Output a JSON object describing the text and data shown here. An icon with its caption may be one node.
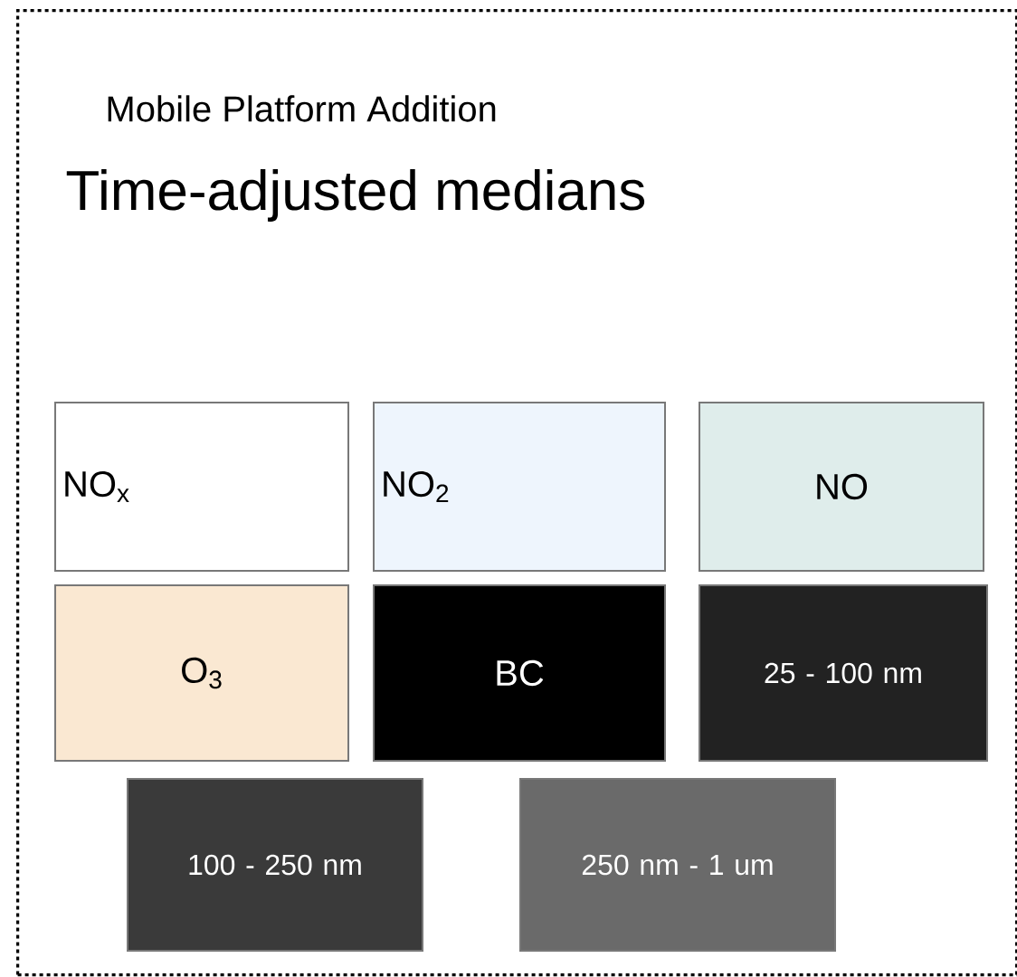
{
  "diagram": {
    "nodes": [
      {
        "text": [
          "Mobile Platform Addition",
          "Time-adjusted medians"
        ]
      },
      {
        "text": [
          "NO$_{x}$"
        ],
        "in": 0
      },
      {
        "text": [
          "NO$_{2}$"
        ],
        "in": 0
      },
      {
        "text": [
          "NO"
        ],
        "in": 0
      },
      {
        "text": [
          "O$_{3}$"
        ],
        "in": 0
      },
      {
        "text": [
          "BC"
        ],
        "in": 0
      },
      {
        "text": [
          "25 - 100 nm"
        ],
        "in": 0
      },
      {
        "text": [
          "100 - 250 nm"
        ],
        "in": 0
      },
      {
        "text": [
          "250 nm - 1 um"
        ],
        "in": 0
      }
    ]
  }
}
